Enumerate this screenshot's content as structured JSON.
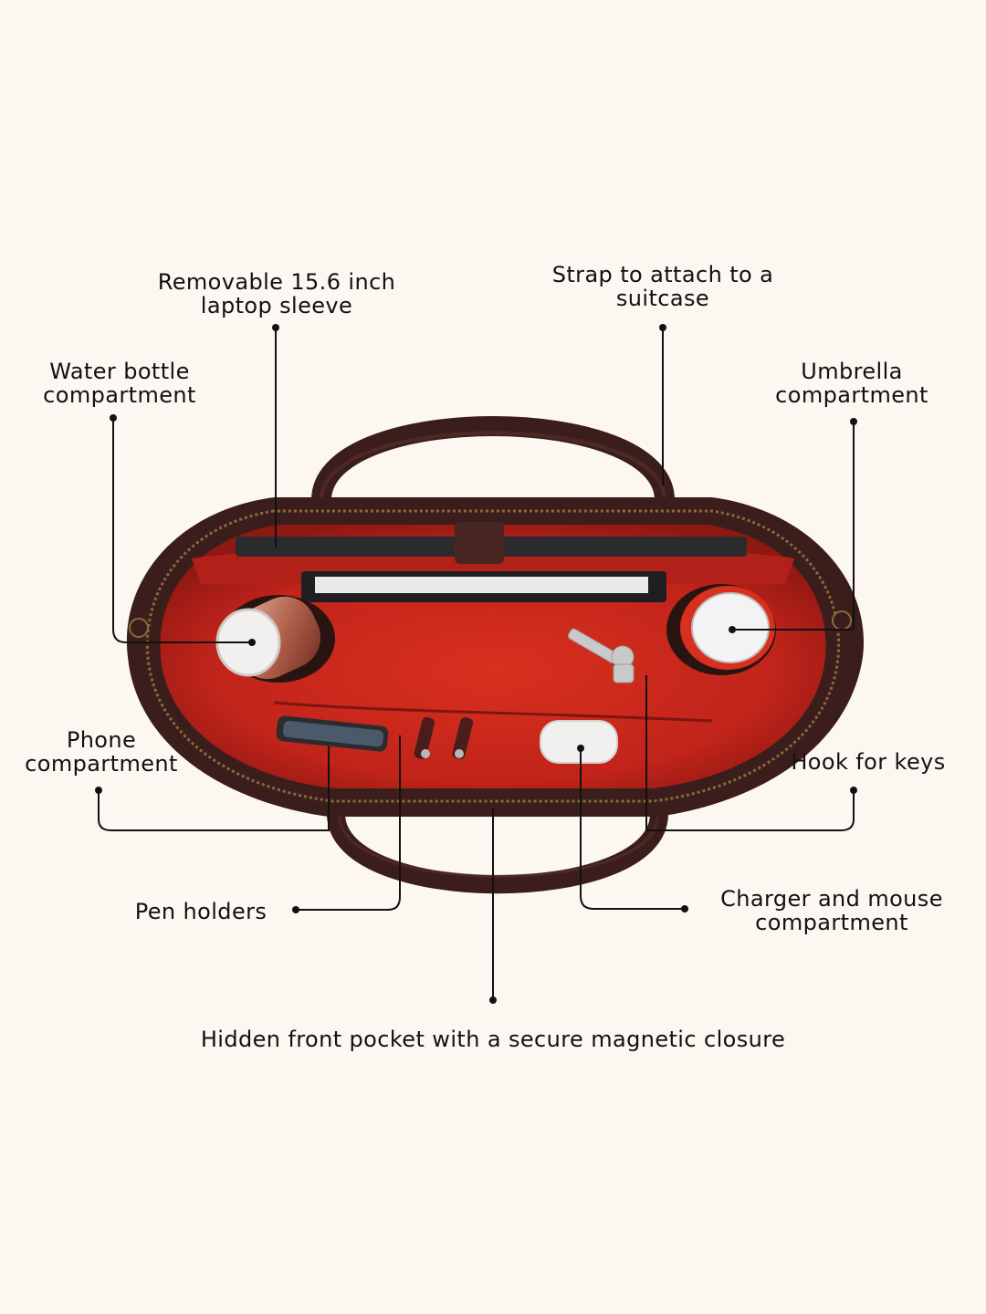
{
  "callouts": {
    "laptop_sleeve": [
      "Removable 15.6 inch",
      "laptop sleeve"
    ],
    "strap": [
      "Strap to attach to a",
      "suitcase"
    ],
    "water_bottle": [
      "Water bottle",
      "compartment"
    ],
    "umbrella": [
      "Umbrella",
      "compartment"
    ],
    "phone": [
      "Phone",
      "compartment"
    ],
    "hook_keys": "Hook for keys",
    "pen_holders": "Pen holders",
    "charger_mouse": [
      "Charger and mouse",
      "compartment"
    ],
    "front_pocket": "Hidden front pocket with a secure magnetic closure"
  },
  "colors": {
    "background": "#fdf7f2",
    "leather": "#3b1e1c",
    "lining": "#c8261a",
    "leader_line": "#111111"
  }
}
